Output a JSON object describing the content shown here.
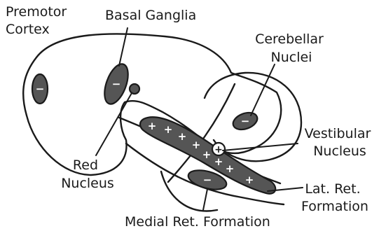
{
  "labels": {
    "premotor_cortex": [
      "Premotor",
      "Cortex"
    ],
    "basal_ganglia": "Basal Ganglia",
    "cerebellar_nuclei": [
      "Cerebellar",
      "Nuclei"
    ],
    "vestibular_nucleus": [
      "Vestibular",
      "Nucleus"
    ],
    "red_nucleus": [
      "Red",
      "Nucleus"
    ],
    "lat_ret_formation": [
      "Lat. Ret.",
      "Formation"
    ],
    "medial_ret_formation": "Medial Ret. Formation"
  },
  "signs": {
    "inhibitory": "−",
    "excitatory": "+"
  },
  "colors": {
    "line": "#1a1a1a",
    "nucleus_fill": "#555555",
    "background": "#ffffff"
  }
}
